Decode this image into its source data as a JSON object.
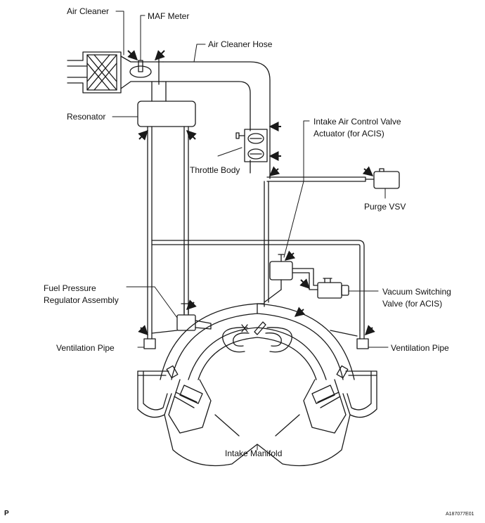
{
  "labels": {
    "air_cleaner": "Air Cleaner",
    "maf_meter": "MAF Meter",
    "air_cleaner_hose": "Air Cleaner Hose",
    "resonator": "Resonator",
    "intake_air_control_valve_actuator": [
      "Intake Air Control Valve",
      "Actuator (for ACIS)"
    ],
    "throttle_body": "Throttle Body",
    "purge_vsv": "Purge VSV",
    "fuel_pressure_regulator_assembly": [
      "Fuel Pressure",
      "Regulator Assembly"
    ],
    "vacuum_switching_valve": [
      "Vacuum Switching",
      "Valve (for ACIS)"
    ],
    "ventilation_pipe_left": "Ventilation Pipe",
    "ventilation_pipe_right": "Ventilation Pipe",
    "intake_manifold": "Intake Manifold"
  },
  "footer": {
    "page_mark": "P",
    "figure_id": "A187077E01"
  },
  "colors": {
    "line": "#1a1a1a",
    "background": "#ffffff"
  }
}
